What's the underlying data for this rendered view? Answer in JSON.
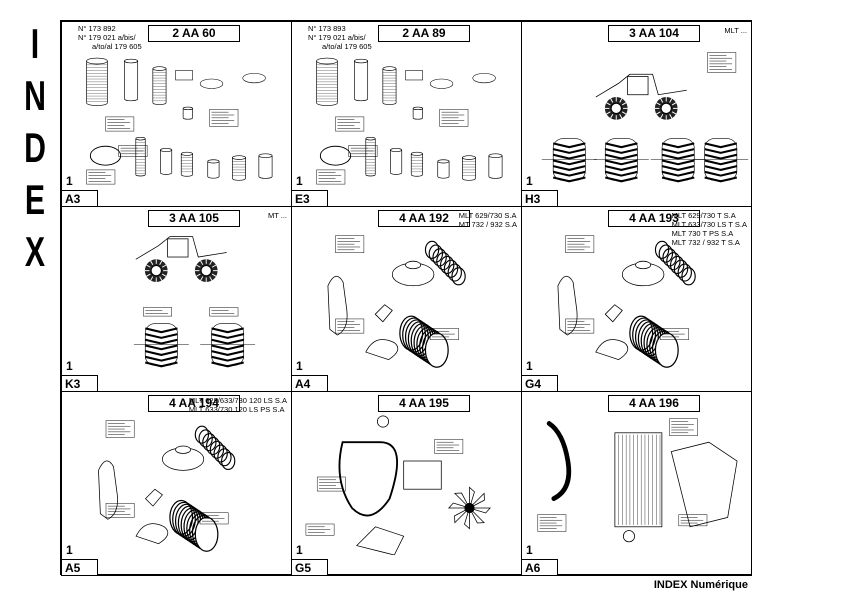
{
  "index_letters": [
    "I",
    "N",
    "D",
    "E",
    "X"
  ],
  "cells": [
    {
      "code": "2 AA 60",
      "ref_lines": [
        "N° 173 892",
        "N° 179 021 a/bis/",
        "a/to/al 179 605"
      ],
      "models": [],
      "num": "1",
      "pos": "A3",
      "art": "filters"
    },
    {
      "code": "2 AA 89",
      "ref_lines": [
        "N° 173 893",
        "N° 179 021 a/bis/",
        "a/to/al 179 605"
      ],
      "models": [],
      "num": "1",
      "pos": "E3",
      "art": "filters"
    },
    {
      "code": "3 AA 104",
      "ref_lines": [],
      "models": [
        "MLT ..."
      ],
      "num": "1",
      "pos": "H3",
      "art": "tyres4"
    },
    {
      "code": "3 AA 105",
      "ref_lines": [],
      "models": [
        "MT ..."
      ],
      "num": "1",
      "pos": "K3",
      "art": "tyres2"
    },
    {
      "code": "4 AA 192",
      "ref_lines": [],
      "models": [
        "MLT 629/730 S.A",
        "MT 732 / 932 S.A"
      ],
      "num": "1",
      "pos": "A4",
      "art": "intake"
    },
    {
      "code": "4 AA 193",
      "ref_lines": [],
      "models": [
        "MLT 629/730 T S.A",
        "MLT 633/730 LS T S.A",
        "MLT 730 T PS S.A",
        "MLT 732 / 932 T S.A"
      ],
      "num": "1",
      "pos": "G4",
      "art": "intake"
    },
    {
      "code": "4 AA 194",
      "ref_lines": [],
      "models": [
        "MLT 629/633/730 120 LS S.A",
        "MLT 633/730 120 LS PS S.A"
      ],
      "num": "1",
      "pos": "A5",
      "art": "intake"
    },
    {
      "code": "4 AA 195",
      "ref_lines": [],
      "models": [],
      "num": "1",
      "pos": "G5",
      "art": "fan"
    },
    {
      "code": "4 AA 196",
      "ref_lines": [],
      "models": [],
      "num": "1",
      "pos": "A6",
      "art": "radiator"
    }
  ],
  "footer": "INDEX Numérique"
}
